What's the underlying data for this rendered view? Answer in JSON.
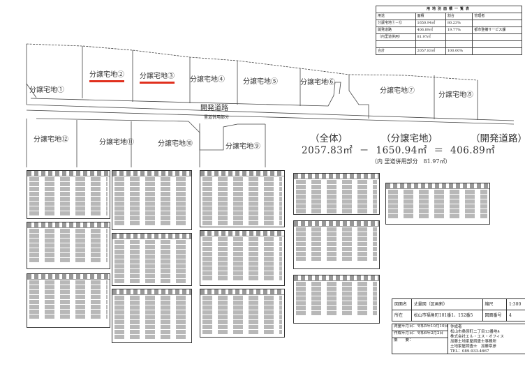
{
  "summary_table": {
    "title": "用地別面積一覧表",
    "headers": [
      "用途",
      "面積",
      "割合",
      "管理者"
    ],
    "rows": [
      [
        "分譲宅地①－⑫",
        "1650.94㎡",
        "80.23%",
        ""
      ],
      [
        "開発道路",
        "406.89㎡",
        "19.77%",
        "都市整備サービス課"
      ],
      [
        "（内里道併用）",
        "81.97㎡",
        "",
        ""
      ],
      [
        "",
        "",
        "",
        ""
      ],
      [
        "合計",
        "2057.83㎡",
        "100.00%",
        ""
      ]
    ]
  },
  "lots": [
    "分譲宅地①",
    "分譲宅地②",
    "分譲宅地③",
    "分譲宅地④",
    "分譲宅地⑤",
    "分譲宅地⑥",
    "分譲宅地⑦",
    "分譲宅地⑧",
    "分譲宅地⑨",
    "分譲宅地⑩",
    "分譲宅地⑪",
    "分譲宅地⑫"
  ],
  "road": {
    "label": "開発道路",
    "sub_label": "里道併用部分"
  },
  "area_calc": {
    "total_label": "（全体）",
    "lots_label": "（分譲宅地）",
    "road_label": "（開発道路）",
    "total": "2057.83㎡",
    "minus": "－",
    "lots": "1650.94㎡",
    "equals": "＝",
    "road": "406.89㎡",
    "note": "（内 里道併用部分　81.97㎡）"
  },
  "title_block": {
    "drawing_name_label": "図面名",
    "drawing_name": "丈量図（区画割）",
    "scale_label": "縮尺",
    "scale": "1:300",
    "location_label": "所在",
    "location": "松山市福角町101番1、152番5",
    "drawing_no_label": "図面番号",
    "drawing_no": "4",
    "survey_date": "測量年月日：令和5年10月10日",
    "created_date": "作成年月日：令和6年2月2日",
    "remarks": "摘　　要：",
    "author_label": "作成者",
    "author_lines": [
      "松山市桑原町二丁目13番地4",
      "株式会社エル・エス・オフィス",
      "加藤土地家屋調査士事務所",
      "土地家屋調査士　加藤章彦",
      "TEL：089-933-4667"
    ]
  },
  "colors": {
    "highlight": "#e0301e"
  }
}
